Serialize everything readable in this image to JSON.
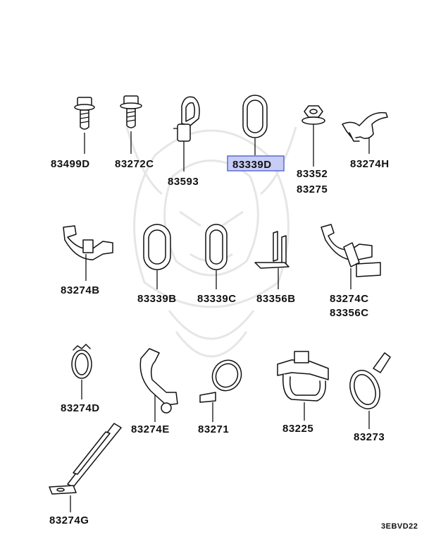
{
  "highlight_color": "#5b6bd6",
  "highlight_fill": "#c7cdf5",
  "diagram_code": "3EBVD22",
  "parts": [
    {
      "id": "83499D",
      "icon": "flange-bolt-icon"
    },
    {
      "id": "83272C",
      "icon": "flange-bolt-icon"
    },
    {
      "id": "83593",
      "icon": "loop-clip-icon"
    },
    {
      "id": "83339D",
      "icon": "oval-grommet-icon",
      "highlighted": true
    },
    {
      "id": "83352",
      "icon": "hex-nut-icon"
    },
    {
      "id": "83275",
      "icon": "hex-nut-icon"
    },
    {
      "id": "83274H",
      "icon": "wiring-clamp-icon"
    },
    {
      "id": "83274B",
      "icon": "wiring-clamp-icon"
    },
    {
      "id": "83339B",
      "icon": "oval-grommet-icon"
    },
    {
      "id": "83339C",
      "icon": "oval-grommet-icon"
    },
    {
      "id": "83356B",
      "icon": "bracket-icon"
    },
    {
      "id": "83274C",
      "icon": "wiring-clamp-icon"
    },
    {
      "id": "83356C",
      "icon": "wiring-clamp-icon"
    },
    {
      "id": "83274D",
      "icon": "spring-clamp-icon"
    },
    {
      "id": "83274E",
      "icon": "wiring-clamp-icon"
    },
    {
      "id": "83271",
      "icon": "cable-tie-icon"
    },
    {
      "id": "83225",
      "icon": "clip-icon"
    },
    {
      "id": "83273",
      "icon": "band-clamp-icon"
    },
    {
      "id": "83274G",
      "icon": "strap-bracket-icon"
    }
  ]
}
